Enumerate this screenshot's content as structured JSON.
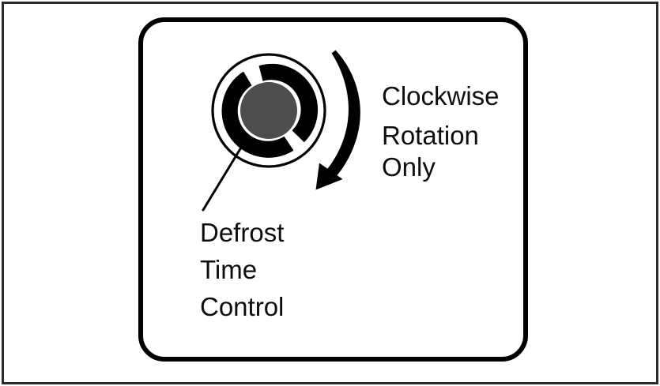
{
  "figure": {
    "title": "Defrost Time Control",
    "background_color": "#ffffff",
    "outer_border_color": "#2b2b2b",
    "panel": {
      "name": "rounded-panel",
      "stroke_color": "#000000",
      "fill_color": "#ffffff",
      "corner_radius": 30
    }
  },
  "knob": {
    "name": "defrost-time-control-knob",
    "outer_ring_color": "#000000",
    "collar_color": "#000000",
    "center_disc_color": "#4d4d4d",
    "notch_count": 2,
    "notch_positions": [
      "upper-left",
      "lower-right"
    ]
  },
  "rotation_arrow": {
    "name": "clockwise-rotation-arrow",
    "color": "#000000",
    "direction": "clockwise"
  },
  "leader_line": {
    "name": "knob-leader-line",
    "color": "#000000"
  },
  "labels": {
    "rotation": {
      "name": "clockwise-rotation-label",
      "lines": [
        "Clockwise",
        "Rotation",
        "Only"
      ]
    },
    "control": {
      "name": "defrost-time-control-label",
      "lines": [
        "Defrost",
        "Time",
        "Control"
      ]
    }
  }
}
